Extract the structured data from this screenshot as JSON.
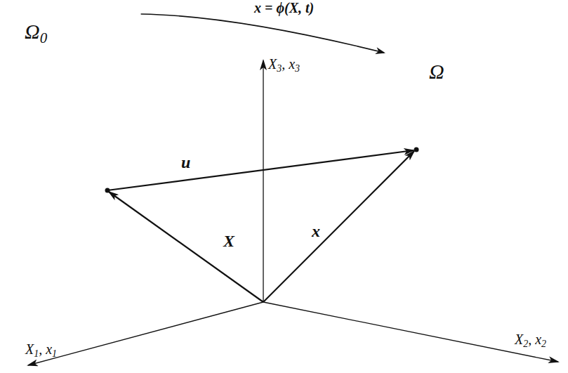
{
  "diagram": {
    "nodes": [
      {
        "text": [
          "Ω0"
        ]
      },
      {
        "text": [
          "Ω"
        ]
      }
    ],
    "edges": [
      {
        "from": 0,
        "to": 1,
        "arrow": "to",
        "label": "x = ϕ(X, t)"
      }
    ],
    "labels": [
      "X3, x3",
      "u",
      "X",
      "x",
      "X1, x1",
      "X2, x2"
    ]
  }
}
